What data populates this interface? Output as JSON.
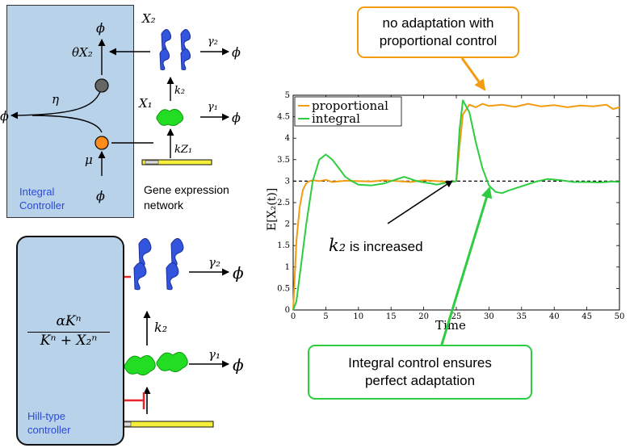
{
  "integral_panel": {
    "label": "Integral\nController",
    "symbols": {
      "phi_top": "ϕ",
      "theta_x2": "θX₂",
      "eta": "η",
      "phi_left": "ϕ",
      "mu": "μ",
      "phi_bottom": "ϕ"
    }
  },
  "network": {
    "caption": "Gene expression\nnetwork",
    "symbols": {
      "x2": "X₂",
      "x1": "X₁",
      "k2": "k₂",
      "kz1": "kZ₁",
      "gamma2": "γ₂",
      "gamma1": "γ₁",
      "phi_x2": "ϕ",
      "phi_x1": "ϕ"
    }
  },
  "hill_panel": {
    "label": "Hill-type\ncontroller",
    "formula_num": "αKⁿ",
    "formula_den": "Kⁿ + X₂ⁿ",
    "symbols": {
      "k2": "k₂",
      "gamma2": "γ₂",
      "gamma1": "γ₁",
      "phi_top": "ϕ",
      "phi_bottom": "ϕ"
    }
  },
  "callouts": {
    "no_adaptation": "no adaptation with\nproportional control",
    "integral_note": "Integral control ensures\nperfect adaptation",
    "k2_increased_sym": "k₂",
    "k2_increased_text": " is increased"
  },
  "colors": {
    "proportional": "#f39c12",
    "integral": "#2ecc40",
    "panel_fill": "#b8d2ea",
    "x2_protein": "#2244cc",
    "x1_protein": "#22dd22",
    "controller_dark": "#666666",
    "controller_orange": "#ff8c1a",
    "inhibition": "#e8262a",
    "gene_bar": "#f5ee3a"
  },
  "chart_data": {
    "type": "line",
    "xlabel": "Time",
    "ylabel": "E[X₂(t)]",
    "xlim": [
      0,
      50
    ],
    "ylim": [
      0,
      5
    ],
    "xticks": [
      0,
      5,
      10,
      15,
      20,
      25,
      30,
      35,
      40,
      45,
      50
    ],
    "yticks": [
      0,
      0.5,
      1,
      1.5,
      2,
      2.5,
      3,
      3.5,
      4,
      4.5,
      5
    ],
    "ytick_labels": [
      "0",
      "0.5",
      "1",
      "1.5",
      "2",
      "2.5",
      "3",
      "3.5",
      "4",
      "4.5",
      "5"
    ],
    "legend_position": "top-left",
    "reference_line": {
      "y": 3,
      "style": "dashed"
    },
    "series": [
      {
        "name": "proportional",
        "color": "#f39c12",
        "x": [
          0,
          0.5,
          1,
          1.5,
          2,
          2.5,
          3,
          4,
          5,
          6,
          8,
          10,
          12,
          14,
          16,
          18,
          20,
          22,
          24,
          25,
          25.5,
          26,
          27,
          28,
          29,
          30,
          32,
          34,
          36,
          38,
          40,
          42,
          44,
          46,
          48,
          49,
          50
        ],
        "y": [
          0,
          1.6,
          2.4,
          2.8,
          2.95,
          3.0,
          3.02,
          3.0,
          3.03,
          2.98,
          3.01,
          3.0,
          2.99,
          3.02,
          3.0,
          2.98,
          3.02,
          3.0,
          2.98,
          3.0,
          3.8,
          4.55,
          4.78,
          4.72,
          4.8,
          4.75,
          4.78,
          4.73,
          4.8,
          4.74,
          4.77,
          4.72,
          4.76,
          4.74,
          4.78,
          4.68,
          4.72
        ]
      },
      {
        "name": "integral",
        "color": "#2ecc40",
        "x": [
          0,
          0.5,
          1,
          2,
          3,
          4,
          5,
          6,
          7,
          8,
          9,
          10,
          12,
          14,
          16,
          17,
          18,
          19,
          20,
          21,
          22,
          23,
          24,
          25,
          25.5,
          26,
          27,
          28,
          29,
          30,
          31,
          32,
          33,
          35,
          37,
          39,
          41,
          43,
          45,
          47,
          49,
          50
        ],
        "y": [
          0,
          0.2,
          0.8,
          2.0,
          3.0,
          3.5,
          3.62,
          3.5,
          3.3,
          3.1,
          3.0,
          2.92,
          2.9,
          2.95,
          3.05,
          3.1,
          3.05,
          3.0,
          2.97,
          2.95,
          2.92,
          2.95,
          2.98,
          3.0,
          4.2,
          4.88,
          4.6,
          3.9,
          3.3,
          2.9,
          2.75,
          2.72,
          2.78,
          2.88,
          2.98,
          3.05,
          3.02,
          2.98,
          2.98,
          2.97,
          2.99,
          2.98
        ]
      }
    ]
  }
}
